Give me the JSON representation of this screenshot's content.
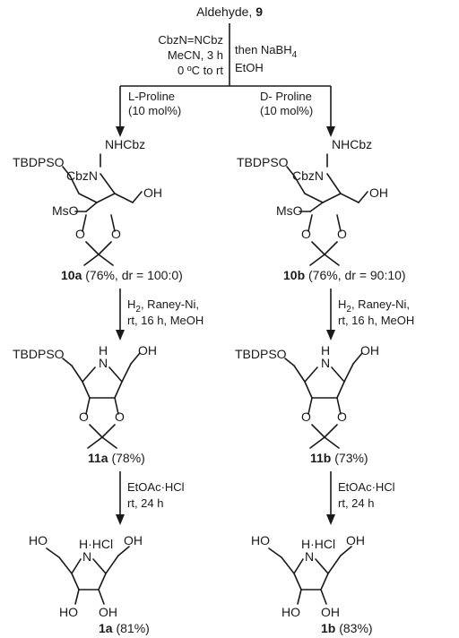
{
  "start": {
    "label": "Aldehyde, ",
    "num": "9"
  },
  "step1": {
    "left_lines": [
      "CbzN=NCbz",
      "MeCN, 3 h",
      "0 ºC to rt"
    ],
    "right_lines": [
      "then NaBH",
      "EtOH"
    ],
    "right_sub": "4",
    "left_branch": [
      "L-Proline",
      "(10 mol%)"
    ],
    "right_branch": [
      "D- Proline",
      "(10 mol%)"
    ]
  },
  "cpd10a": {
    "num": "10a",
    "rest": " (76%, dr = 100:0)"
  },
  "cpd10b": {
    "num": "10b",
    "rest": " (76%, dr = 90:10)"
  },
  "step2": {
    "line1": "H",
    "sub": "2",
    "line1_rest": ", Raney-Ni,",
    "line2": "rt, 16 h, MeOH"
  },
  "cpd11a": {
    "num": "11a",
    "rest": " (78%)"
  },
  "cpd11b": {
    "num": "11b",
    "rest": " (73%)"
  },
  "step3": {
    "line1": "EtOAc·HCl",
    "line2": "rt, 24 h"
  },
  "cpd1a": {
    "num": "1a",
    "rest": " (81%)"
  },
  "cpd1b": {
    "num": "1b",
    "rest": " (83%)"
  },
  "atoms": {
    "tbdpso": "TBDPSO",
    "nhcbz": "NHCbz",
    "cbzn": "CbzN",
    "oh": "OH",
    "mso": "MsO",
    "o": "O",
    "n": "N",
    "h": "H",
    "ho": "HO",
    "hhcl": "H·HCl"
  }
}
